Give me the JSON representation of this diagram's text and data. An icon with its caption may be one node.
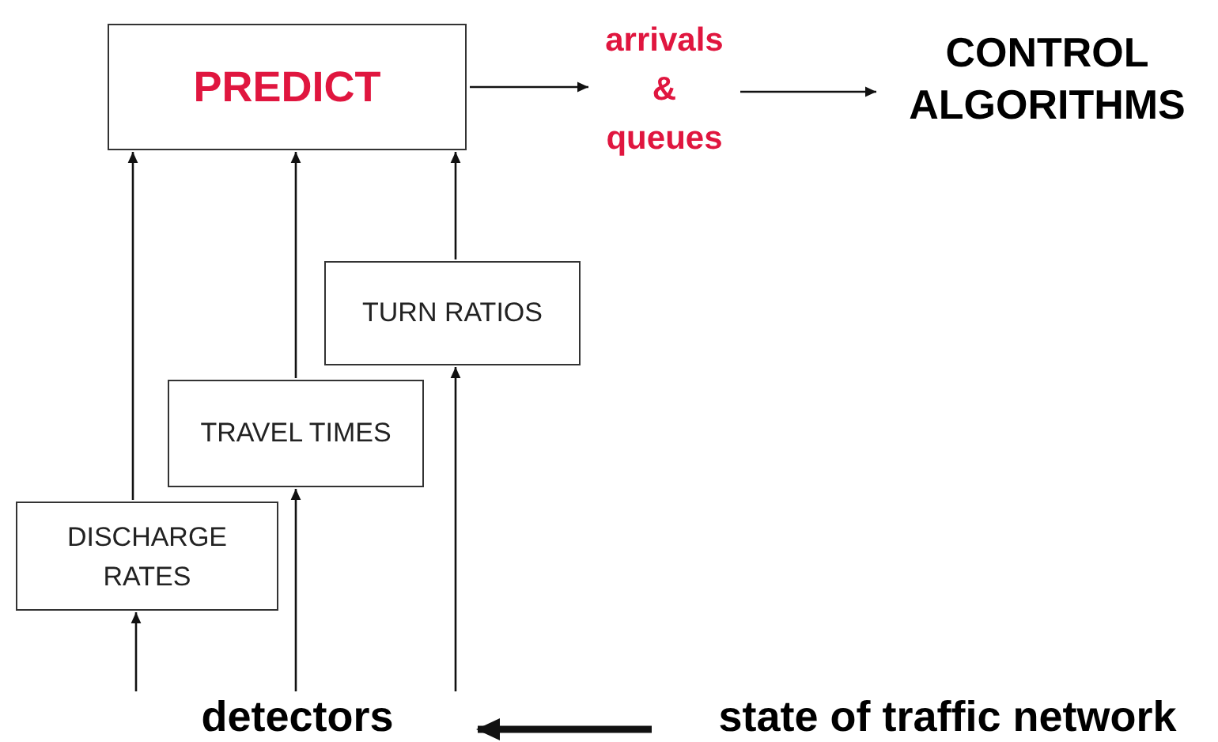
{
  "diagram": {
    "nodes": [
      {
        "text": [
          "PREDICT"
        ]
      },
      {
        "text": [
          "arrivals & queues"
        ]
      },
      {
        "text": [
          "CONTROL ALGORITHMS"
        ]
      },
      {
        "text": [
          "TURN RATIOS"
        ]
      },
      {
        "text": [
          "TRAVEL TIMES"
        ]
      },
      {
        "text": [
          "DISCHARGE RATES"
        ]
      },
      {
        "text": [
          "detectors"
        ]
      },
      {
        "text": [
          "state of traffic network"
        ]
      }
    ],
    "edges": [
      {
        "from": 0,
        "to": 1,
        "arrow": "to"
      },
      {
        "from": 1,
        "to": 2,
        "arrow": "to"
      },
      {
        "from": 5,
        "to": 0,
        "arrow": "to"
      },
      {
        "from": 4,
        "to": 0,
        "arrow": "to"
      },
      {
        "from": 3,
        "to": 0,
        "arrow": "to"
      },
      {
        "from": 6,
        "to": 5,
        "arrow": "to"
      },
      {
        "from": 6,
        "to": 4,
        "arrow": "to"
      },
      {
        "from": 6,
        "to": 3,
        "arrow": "to"
      },
      {
        "from": 7,
        "to": 6,
        "arrow": "to",
        "style": "thick"
      }
    ]
  }
}
